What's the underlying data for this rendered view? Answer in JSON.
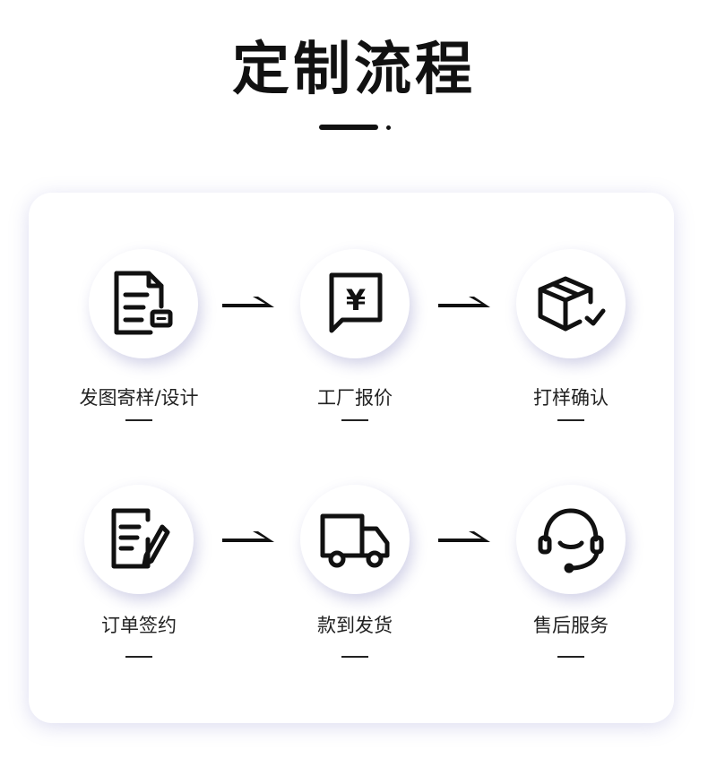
{
  "header": {
    "title": "定制流程"
  },
  "steps": [
    {
      "label": "发图寄样/设计",
      "icon": "document-with-card-icon"
    },
    {
      "label": "工厂报价",
      "icon": "yen-quote-bubble-icon"
    },
    {
      "label": "打样确认",
      "icon": "box-check-icon"
    },
    {
      "label": "订单签约",
      "icon": "document-pen-icon"
    },
    {
      "label": "款到发货",
      "icon": "delivery-truck-icon"
    },
    {
      "label": "售后服务",
      "icon": "headset-icon"
    }
  ],
  "icon_glyphs": {
    "yen": "¥"
  }
}
